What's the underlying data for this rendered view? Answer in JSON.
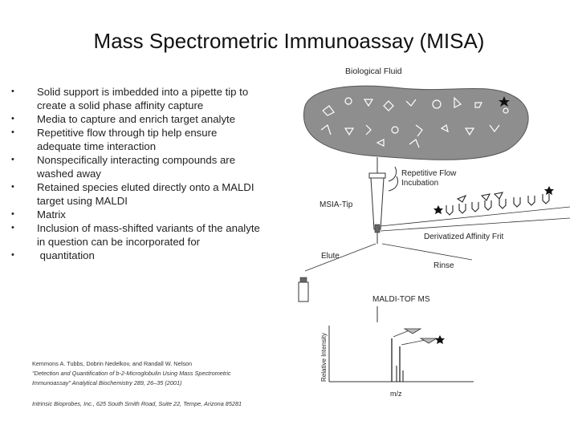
{
  "title": "Mass Spectrometric Immunoassay (MISA)",
  "bullets": [
    [
      "Solid support is imbedded into a pipette tip to",
      "create a solid phase affinity capture"
    ],
    [
      "Media to capture and enrich target analyte"
    ],
    [
      "Repetitive flow through tip help ensure",
      "adequate time interaction"
    ],
    [
      "Nonspecifically interacting compounds are",
      "washed away"
    ],
    [
      "Retained species eluted directly onto a MALDI",
      "target using MALDI"
    ],
    [
      "Matrix"
    ],
    [
      "Inclusion of mass-shifted variants of the analyte",
      "in question can be incorporated for"
    ],
    [
      " quantitation"
    ]
  ],
  "references": {
    "authors": "Kemmons A. Tubbs, Dobrin Nedelkov, and Randall W. Nelson",
    "citation_line1": "\"Detection and Quantification of b-2-Microglobulin Using Mass Spectrometric",
    "citation_line2": "Immunoassay\" Analytical Biochemistry 289, 26–35 (2001)",
    "company": "Intrinsic Bioprobes, Inc., 625 South Smith Road, Suite 22, Tempe, Arizona 85281"
  },
  "diagram": {
    "biological_fluid": "Biological Fluid",
    "repetitive_flow_1": "Repetitive Flow",
    "repetitive_flow_2": "Incubation",
    "msia_tip": "MSIA-Tip",
    "derivatized_frit": "Derivatized Affinity Frit",
    "elute": "Elute",
    "rinse": "Rinse",
    "maldi": "MALDI-TOF MS",
    "y_axis": "Relative Intensity",
    "x_axis": "m/z"
  }
}
